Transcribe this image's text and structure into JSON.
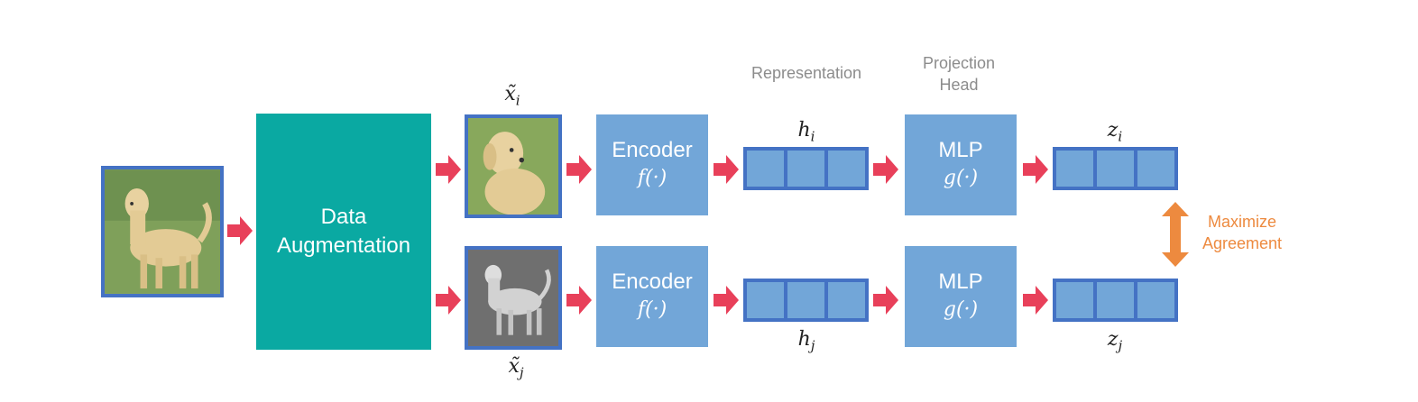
{
  "colors": {
    "teal": "#0aa9a2",
    "block": "#72a6d8",
    "border": "#4472c4",
    "arrow": "#e8405a",
    "orange": "#ed8a3f"
  },
  "augmentation": {
    "line1": "Data",
    "line2": "Augmentation"
  },
  "views": {
    "top_label": "x̃",
    "top_sub": "i",
    "bottom_label": "x̃",
    "bottom_sub": "j"
  },
  "encoder": {
    "title": "Encoder",
    "fn": "f(·)"
  },
  "representation": {
    "caption": "Representation",
    "top_label": "h",
    "top_sub": "i",
    "bottom_label": "h",
    "bottom_sub": "j"
  },
  "projection": {
    "caption_line1": "Projection",
    "caption_line2": "Head",
    "title": "MLP",
    "fn": "g(·)"
  },
  "output": {
    "top_label": "z",
    "top_sub": "i",
    "bottom_label": "z",
    "bottom_sub": "j"
  },
  "agreement": {
    "line1": "Maximize",
    "line2": "Agreement"
  },
  "icons": {
    "arrow": "right-arrow-icon",
    "double_arrow": "vertical-double-arrow-icon",
    "dog": "dog-photo"
  }
}
